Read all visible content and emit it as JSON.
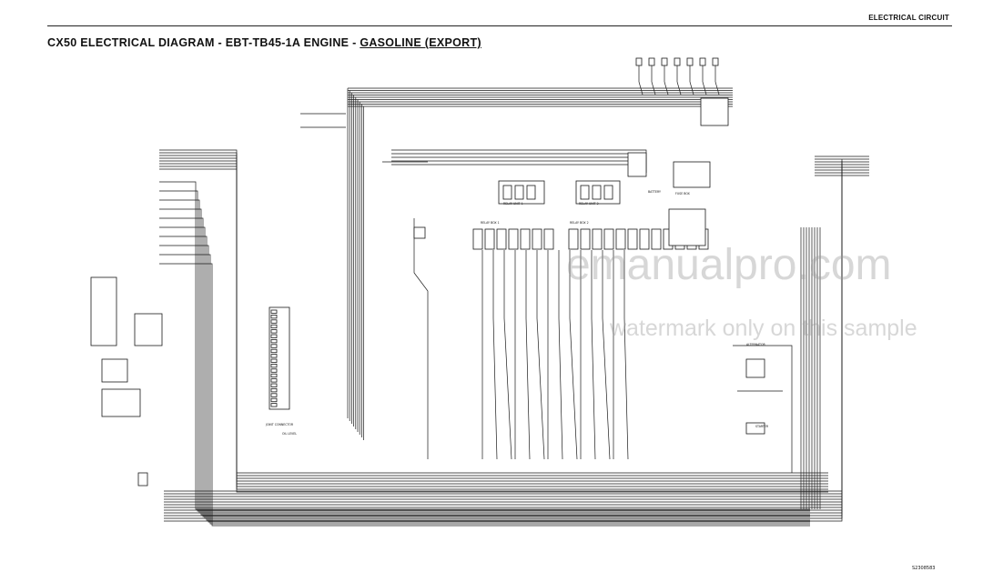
{
  "header": {
    "section": "ELECTRICAL CIRCUIT",
    "title_main": "CX50 ELECTRICAL DIAGRAM - EBT-TB45-1A ENGINE - ",
    "title_underlined": "GASOLINE (EXPORT)"
  },
  "watermark": {
    "line1": "emanualpro.com",
    "line2": "watermark only on this sample"
  },
  "figure_number": "S2308583",
  "labels": {
    "relay_box_a": "RELAY BOX 1",
    "relay_box_b": "RELAY BOX 2",
    "fuse_box": "FUSE BOX",
    "battery": "BATTERY",
    "fuse_relay_1": "RELAY UNIT 1",
    "fuse_relay_2": "RELAY UNIT 2",
    "connector": "JOINT CONNECTOR",
    "oil_level": "OIL LEVEL",
    "starter": "STARTER",
    "alternator": "ALTERNATOR"
  },
  "colors": {
    "wire": "#1a1a1a",
    "watermark": "#969696"
  }
}
